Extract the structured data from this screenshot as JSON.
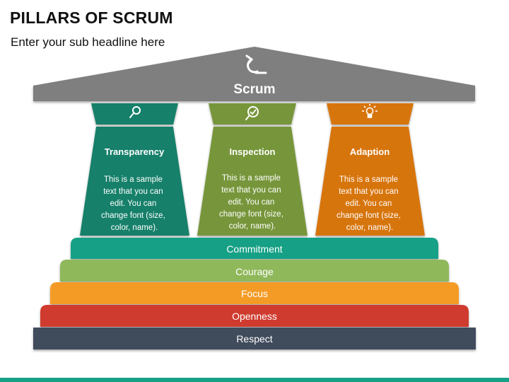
{
  "header": {
    "title": "PILLARS OF SCRUM",
    "subtitle": "Enter your sub headline here"
  },
  "roof": {
    "label": "Scrum",
    "icon": "scrum-cycle-icon",
    "color": "#7f7f7f"
  },
  "pillars": [
    {
      "title": "Transparency",
      "body_lines": [
        "This is a sample",
        "text that you can",
        "edit. You can",
        "change font (size,",
        "color, name)."
      ],
      "icon": "magnifier-icon",
      "color": "#16806b"
    },
    {
      "title": "Inspection",
      "body_lines": [
        "This is a sample",
        "text that you can",
        "edit. You can",
        "change font (size,",
        "color, name)."
      ],
      "icon": "inspect-check-icon",
      "color": "#77963a"
    },
    {
      "title": "Adaption",
      "body_lines": [
        "This is a sample",
        "text that you can",
        "edit. You can",
        "change font (size,",
        "color, name)."
      ],
      "icon": "lightbulb-idea-icon",
      "color": "#d7740f"
    }
  ],
  "steps": [
    {
      "label": "Commitment",
      "color": "#17a085"
    },
    {
      "label": "Courage",
      "color": "#8fb85a"
    },
    {
      "label": "Focus",
      "color": "#f49b25"
    },
    {
      "label": "Openness",
      "color": "#cf3a2f"
    },
    {
      "label": "Respect",
      "color": "#3f4b5b"
    }
  ],
  "footer": {
    "color": "#17a085"
  }
}
